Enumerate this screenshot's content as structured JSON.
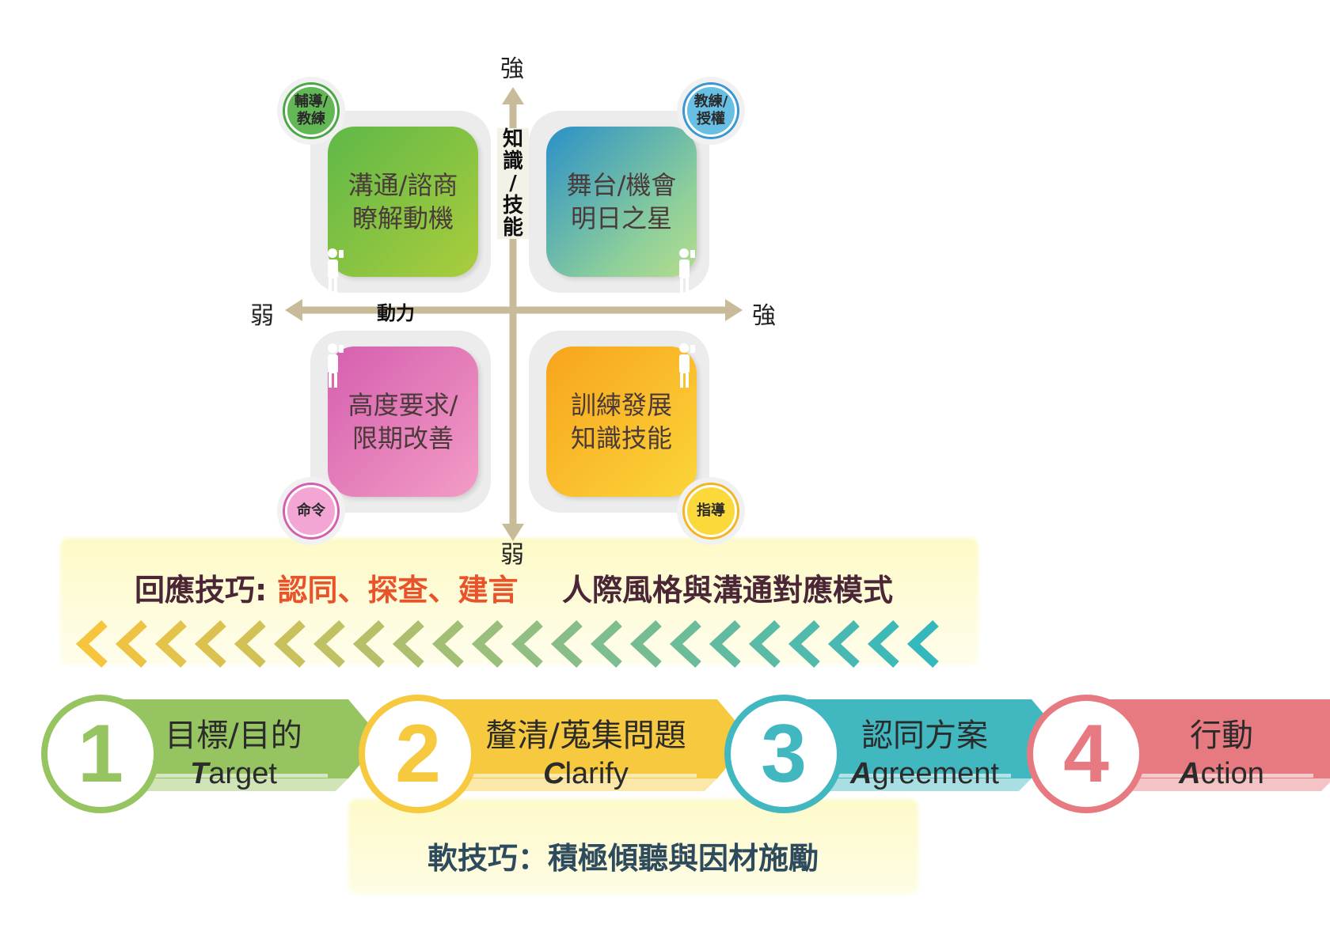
{
  "axes": {
    "vertical_top": "強",
    "vertical_bottom": "弱",
    "horizontal_left": "弱",
    "horizontal_right": "強",
    "vertical_label": [
      "知",
      "識",
      "/",
      "技",
      "能"
    ],
    "horizontal_label": "動力"
  },
  "quadrants": {
    "top_left": {
      "lines": [
        "溝通/諮商",
        "瞭解動機"
      ],
      "badge": [
        "輔導/",
        "教練"
      ]
    },
    "top_right": {
      "lines": [
        "舞台/機會",
        "明日之星"
      ],
      "badge": [
        "教練/",
        "授權"
      ]
    },
    "bottom_left": {
      "lines": [
        "高度要求/",
        "限期改善"
      ],
      "badge": [
        "命令"
      ]
    },
    "bottom_right": {
      "lines": [
        "訓練發展",
        "知識技能"
      ],
      "badge": [
        "指導"
      ]
    }
  },
  "band": {
    "prefix": "回應技巧:",
    "highlight": "認同、探查、建言",
    "title": "人際風格與溝通對應模式"
  },
  "steps": [
    {
      "number": "1",
      "zh": "目標/目的",
      "en_initial": "T",
      "en_rest": "arget",
      "color": "#96c461"
    },
    {
      "number": "2",
      "zh": "釐清/蒐集問題",
      "en_initial": "C",
      "en_rest": "larify",
      "color": "#f6c93f"
    },
    {
      "number": "3",
      "zh": "認同方案",
      "en_initial": "A",
      "en_rest": "greement",
      "color": "#41b7c0"
    },
    {
      "number": "4",
      "zh": "行動",
      "en_initial": "A",
      "en_rest": "ction",
      "color": "#e77a81"
    }
  ],
  "soft_skill": "軟技巧：積極傾聽與因材施勵",
  "colors": {
    "axis": "#c7bb9a",
    "band_prefix": "#4a2636",
    "band_highlight": "#e8532a",
    "band_title": "#4a2636"
  }
}
